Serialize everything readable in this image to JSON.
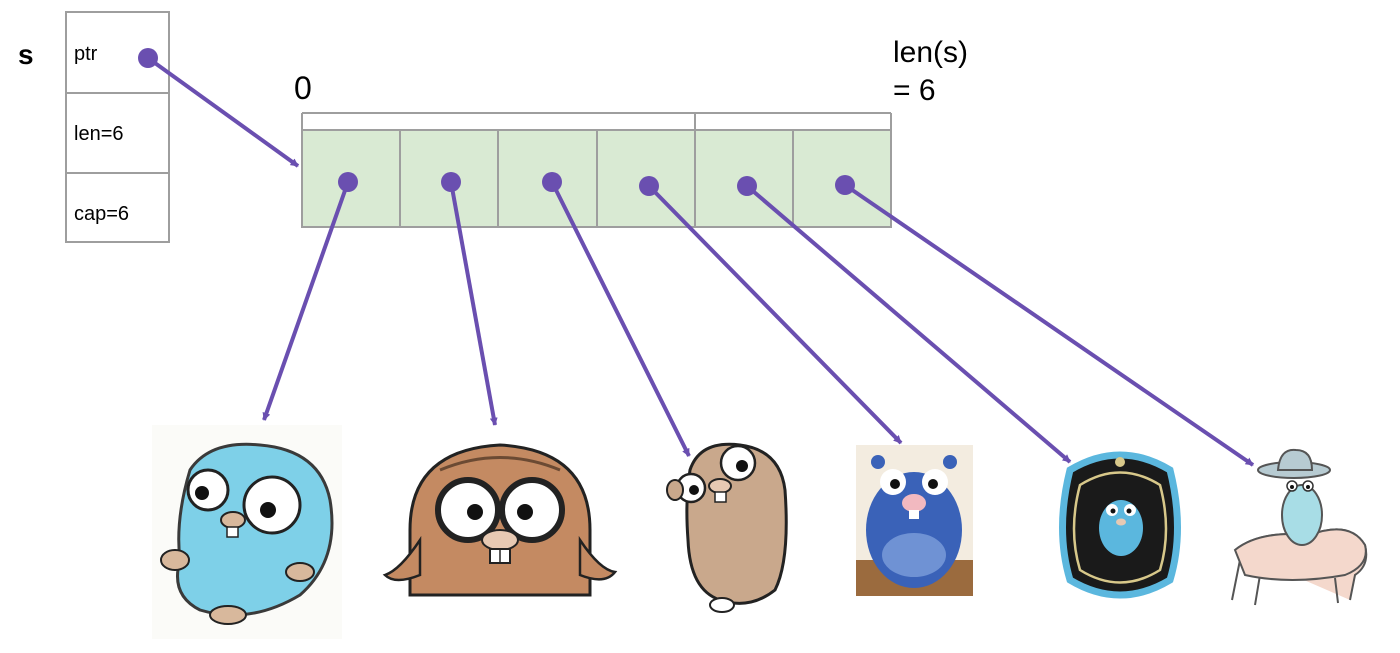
{
  "slice_name": "s",
  "header_fields": [
    "ptr",
    "len=6",
    "cap=6"
  ],
  "index_start": "0",
  "len_label_line1": "len(s)",
  "len_label_line2": "= 6",
  "array_cell_count": 6,
  "colors": {
    "arrow": "#6a4fb0",
    "cell_fill": "#d9ead3",
    "border": "#9e9e9e",
    "gopher_blue": "#7ed0e8",
    "gopher_tan": "#c9a88c",
    "plush_blue": "#3a62b8",
    "frame_black": "#1a1a1a"
  },
  "gophers": [
    {
      "icon": "sketch-gopher-icon"
    },
    {
      "icon": "aviator-gopher-icon"
    },
    {
      "icon": "tan-gopher-icon"
    },
    {
      "icon": "plush-gopher-photo"
    },
    {
      "icon": "framed-gopher-icon"
    },
    {
      "icon": "cowboy-gopher-icon"
    }
  ]
}
